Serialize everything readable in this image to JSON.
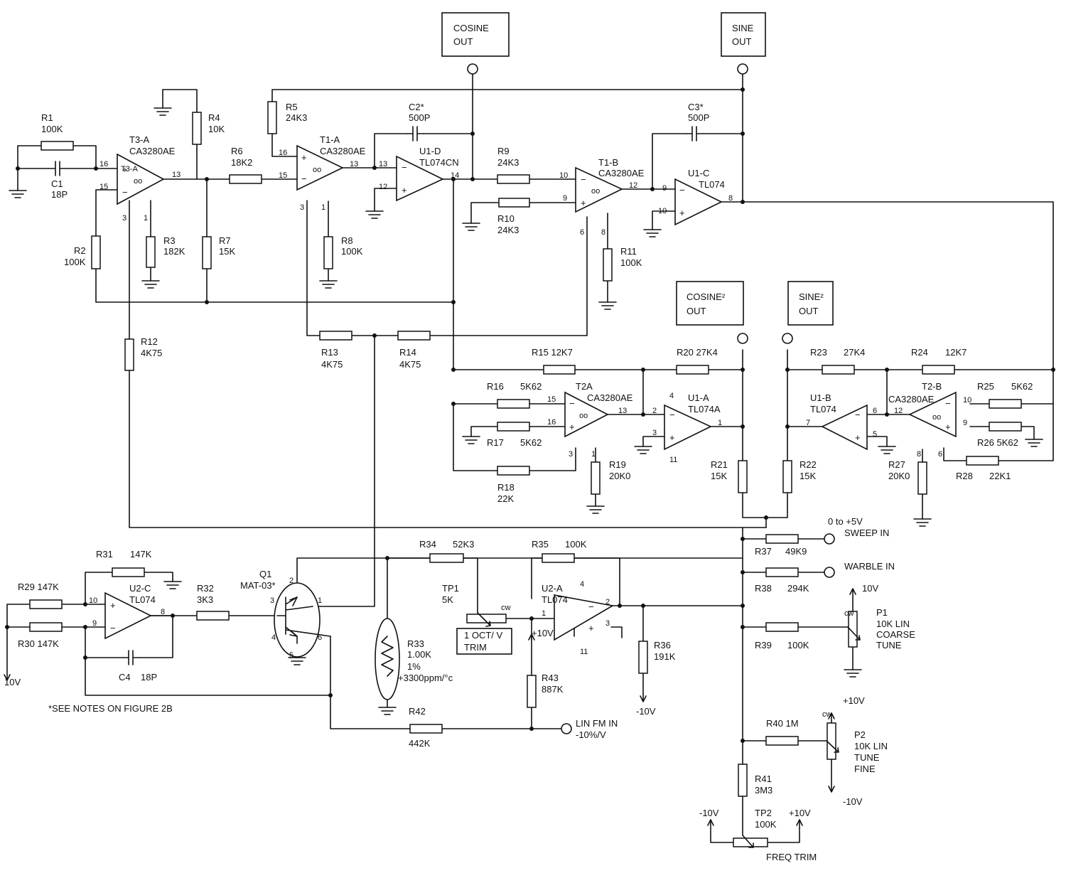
{
  "outputs": {
    "cosine_out": [
      "COSINE",
      "OUT"
    ],
    "sine_out": [
      "SINE",
      "OUT"
    ],
    "cosine2_out": [
      "COSINE²",
      "OUT"
    ],
    "sine2_out": [
      "SINE²",
      "OUT"
    ]
  },
  "resistors": {
    "r1": [
      "R1",
      "100K"
    ],
    "r2": [
      "R2",
      "100K"
    ],
    "r3": [
      "R3",
      "182K"
    ],
    "r4": [
      "R4",
      "10K"
    ],
    "r5": [
      "R5",
      "24K3"
    ],
    "r6": [
      "R6",
      "18K2"
    ],
    "r7": [
      "R7",
      "15K"
    ],
    "r8": [
      "R8",
      "100K"
    ],
    "r9": [
      "R9",
      "24K3"
    ],
    "r10": [
      "R10",
      "24K3"
    ],
    "r11": [
      "R11",
      "100K"
    ],
    "r12": [
      "R12",
      "4K75"
    ],
    "r13": [
      "R13",
      "4K75"
    ],
    "r14": [
      "R14",
      "4K75"
    ],
    "r15": [
      "R15  12K7"
    ],
    "r16": [
      "R16",
      "5K62"
    ],
    "r17": [
      "R17",
      "5K62"
    ],
    "r18": [
      "R18",
      "22K"
    ],
    "r19": [
      "R19",
      "20K0"
    ],
    "r20": [
      "R20  27K4"
    ],
    "r21": [
      "R21",
      "15K"
    ],
    "r22": [
      "R22",
      "15K"
    ],
    "r23": [
      "R23",
      "27K4"
    ],
    "r24": [
      "R24",
      "12K7"
    ],
    "r25": [
      "R25",
      "5K62"
    ],
    "r26": [
      "R26  5K62"
    ],
    "r27": [
      "R27",
      "20K0"
    ],
    "r28": [
      "R28",
      "22K1"
    ],
    "r29": [
      "R29  147K"
    ],
    "r30": [
      "R30  147K"
    ],
    "r31": [
      "R31",
      "147K"
    ],
    "r32": [
      "R32",
      "3K3"
    ],
    "r33": [
      "R33",
      "1.00K",
      "1%",
      "+3300ppm/°c"
    ],
    "r34": [
      "R34",
      "52K3"
    ],
    "r35": [
      "R35",
      "100K"
    ],
    "r36": [
      "R36",
      "191K"
    ],
    "r37": [
      "R37",
      "49K9"
    ],
    "r38": [
      "R38",
      "294K"
    ],
    "r39": [
      "R39",
      "100K"
    ],
    "r40": [
      "R40  1M"
    ],
    "r41": [
      "R41",
      "3M3"
    ],
    "r42": [
      "R42",
      "442K"
    ],
    "r43": [
      "R43",
      "887K"
    ]
  },
  "capacitors": {
    "c1": [
      "C1",
      "18P"
    ],
    "c2": [
      "C2*",
      "500P"
    ],
    "c3": [
      "C3*",
      "500P"
    ],
    "c4": [
      "C4",
      "18P"
    ]
  },
  "amplifiers": {
    "t3a": [
      "T3-A",
      "CA3280AE"
    ],
    "t1a": [
      "T1-A",
      "CA3280AE"
    ],
    "u1d": [
      "U1-D",
      "TL074CN"
    ],
    "t1b": [
      "T1-B",
      "CA3280AE"
    ],
    "u1c": [
      "U1-C",
      "TL074"
    ],
    "t2a": [
      "T2A",
      "CA3280AE"
    ],
    "u1a": [
      "U1-A",
      "TL074A"
    ],
    "u1b": [
      "U1-B",
      "TL074"
    ],
    "t2b": [
      "T2-B",
      "CA3280AE"
    ],
    "u2c": [
      "U2-C",
      "TL074"
    ],
    "u2a": [
      "U2-A",
      "TL074"
    ],
    "q1": [
      "Q1",
      "MAT-03*"
    ]
  },
  "pins": {
    "t3a": [
      "16",
      "15",
      "13",
      "3",
      "1"
    ],
    "t1a": [
      "16",
      "15",
      "13",
      "3",
      "1"
    ],
    "u1d": [
      "13",
      "12",
      "14"
    ],
    "t1b": [
      "10",
      "9",
      "12",
      "6",
      "8"
    ],
    "u1c": [
      "9",
      "10",
      "8"
    ],
    "t2a": [
      "15",
      "16",
      "13",
      "3",
      "1"
    ],
    "u1a": [
      "2",
      "3",
      "1",
      "4",
      "11"
    ],
    "u1b": [
      "6",
      "5",
      "7"
    ],
    "t2b": [
      "10",
      "9",
      "12",
      "6",
      "8"
    ],
    "u2c": [
      "10",
      "9",
      "8"
    ],
    "u2a": [
      "1",
      "2",
      "3",
      "4",
      "11"
    ],
    "q1": [
      "2",
      "3",
      "1",
      "4",
      "6",
      "5"
    ]
  },
  "inputs": {
    "sweep": [
      "0  to +5V",
      "SWEEP IN"
    ],
    "warble": "WARBLE IN",
    "linfm": [
      "LIN FM IN",
      "-10%/V"
    ]
  },
  "pots": {
    "p1": [
      "P1",
      "10K LIN",
      "COARSE",
      "TUNE"
    ],
    "p2": [
      "P2",
      "10K LIN",
      "TUNE",
      "FINE"
    ],
    "tp1": [
      "TP1",
      "5K"
    ],
    "tp1_trim": [
      "1 OCT/ V",
      "TRIM"
    ],
    "tp2": [
      "TP2",
      "100K"
    ],
    "freq_trim": "FREQ TRIM",
    "cw": "cw"
  },
  "supplies": {
    "plus10": "+10V",
    "minus10": "-10V",
    "ten": "10V"
  },
  "note": "*SEE NOTES ON FIGURE 2B"
}
